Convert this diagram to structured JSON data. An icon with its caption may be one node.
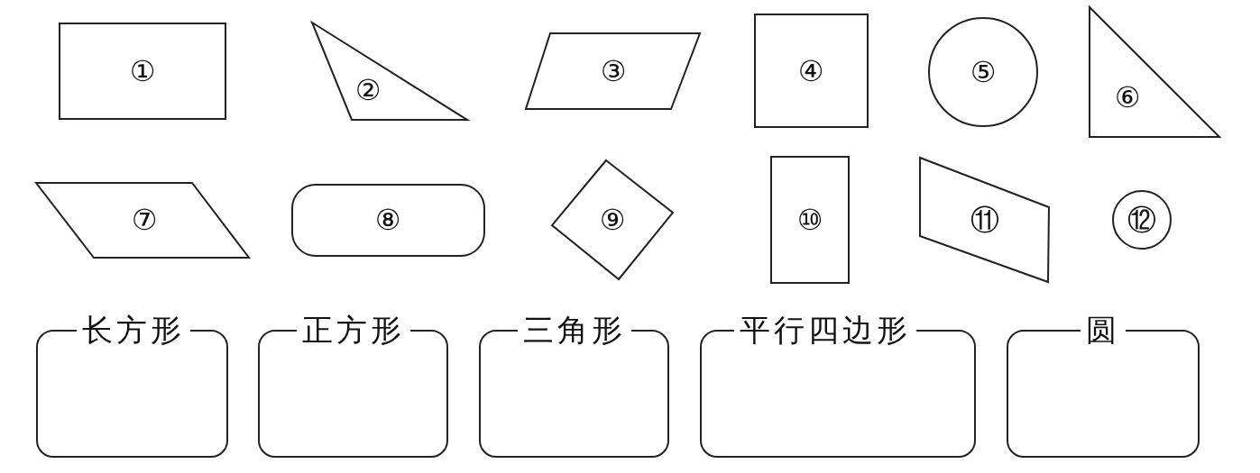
{
  "diagram": {
    "nodes": [
      {
        "text": [
          "①"
        ]
      },
      {
        "text": [
          "②"
        ]
      },
      {
        "text": [
          "③"
        ]
      },
      {
        "text": [
          "④"
        ]
      },
      {
        "text": [
          "⑤"
        ]
      },
      {
        "text": [
          "⑥"
        ]
      },
      {
        "text": [
          "⑦"
        ]
      },
      {
        "text": [
          "⑧"
        ]
      },
      {
        "text": [
          "⑨"
        ]
      },
      {
        "text": [
          "⑩"
        ]
      },
      {
        "text": [
          "⑪"
        ]
      },
      {
        "text": [
          "⑫"
        ]
      },
      {
        "text": [
          "长方形"
        ]
      },
      {
        "text": [
          "正方形"
        ]
      },
      {
        "text": [
          "三角形"
        ]
      },
      {
        "text": [
          "平行四边形"
        ]
      },
      {
        "text": [
          "圆"
        ]
      }
    ]
  }
}
